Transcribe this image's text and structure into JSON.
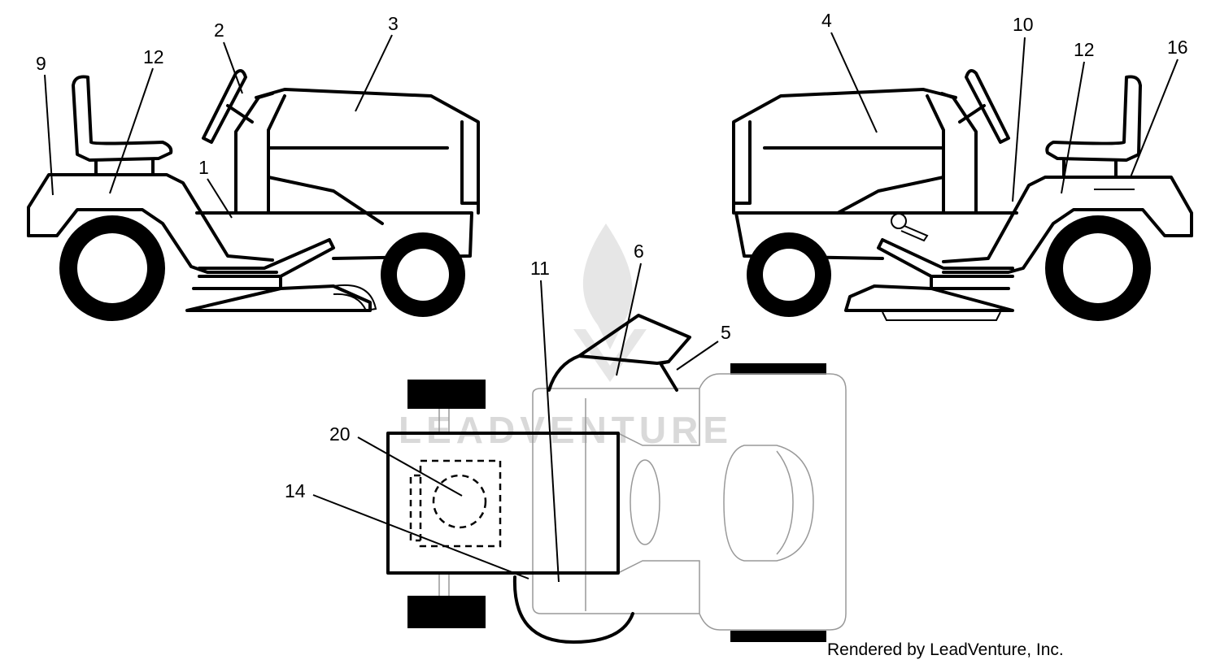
{
  "callouts": {
    "c1": "1",
    "c2": "2",
    "c3": "3",
    "c4": "4",
    "c5": "5",
    "c6": "6",
    "c9": "9",
    "c10": "10",
    "c11": "11",
    "c12_left": "12",
    "c12_right": "12",
    "c14": "14",
    "c16": "16",
    "c20": "20"
  },
  "watermark": {
    "text": "LEADVENTURE",
    "logo": "leadventure-flame-logo"
  },
  "footer": {
    "credit": "Rendered by LeadVenture, Inc."
  },
  "colors": {
    "line": "#000000",
    "watermark": "#d9d9d9",
    "background": "#ffffff"
  }
}
